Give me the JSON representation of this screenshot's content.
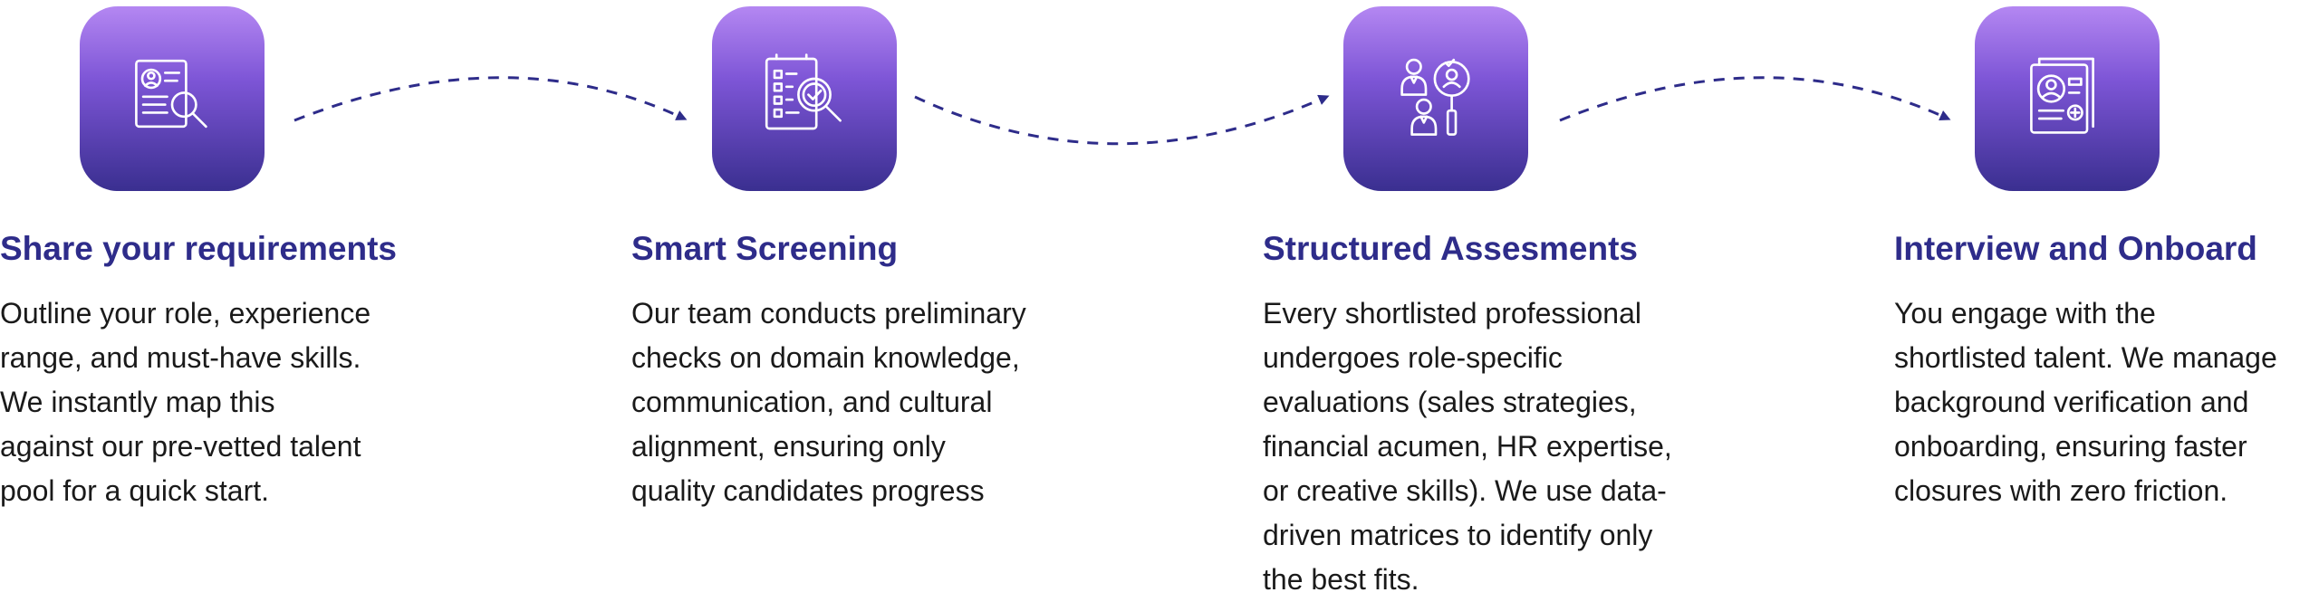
{
  "colors": {
    "title": "#2e2c8a",
    "text": "#1a1a1a",
    "gradient_top": "#b487f2",
    "gradient_bottom": "#3a2f90",
    "connector": "#2e2c8a"
  },
  "steps": [
    {
      "icon": "resume-search-icon",
      "title": "Share your requirements",
      "description": "Outline your role, experience\nrange, and must-have skills.\nWe instantly map this\nagainst our pre-vetted talent\npool for a quick start."
    },
    {
      "icon": "checklist-check-icon",
      "title": "Smart Screening",
      "description": "Our team conducts preliminary\nchecks on domain knowledge,\ncommunication, and cultural\nalignment, ensuring only\nquality candidates progress"
    },
    {
      "icon": "candidates-search-icon",
      "title": "Structured Assesments",
      "description": "Every shortlisted professional\nundergoes role-specific\nevaluations (sales strategies,\nfinancial acumen, HR expertise,\nor creative skills). We use data-\ndriven matrices to identify only\nthe best fits."
    },
    {
      "icon": "profile-add-icon",
      "title": "Interview and Onboard",
      "description": "You engage with the\nshortlisted talent. We manage\nbackground verification and\nonboarding, ensuring faster\nclosures with zero friction."
    }
  ]
}
